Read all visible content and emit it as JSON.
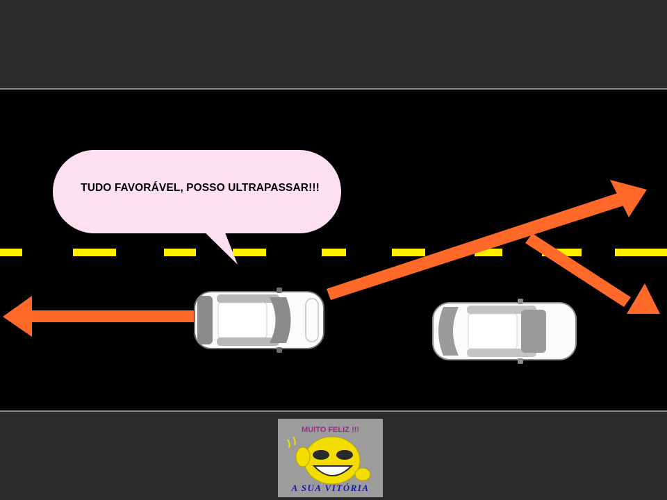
{
  "speech_bubble": {
    "text": "TUDO FAVORÁVEL, POSSO ULTRAPASSAR!!!"
  },
  "sticker": {
    "top_text": "MUITO FELIZ !!!",
    "bottom_text": "A SUA VITÓRIA"
  },
  "colors": {
    "background": "#2a2a2a",
    "road": "#000000",
    "lane_marking": "#ffee00",
    "arrow": "#ff6a2a",
    "bubble": "#fde0f0",
    "smiley": "#f3dd00"
  },
  "icons": [
    "car-top-view-icon",
    "smiley-face-icon",
    "arrow-icon"
  ]
}
